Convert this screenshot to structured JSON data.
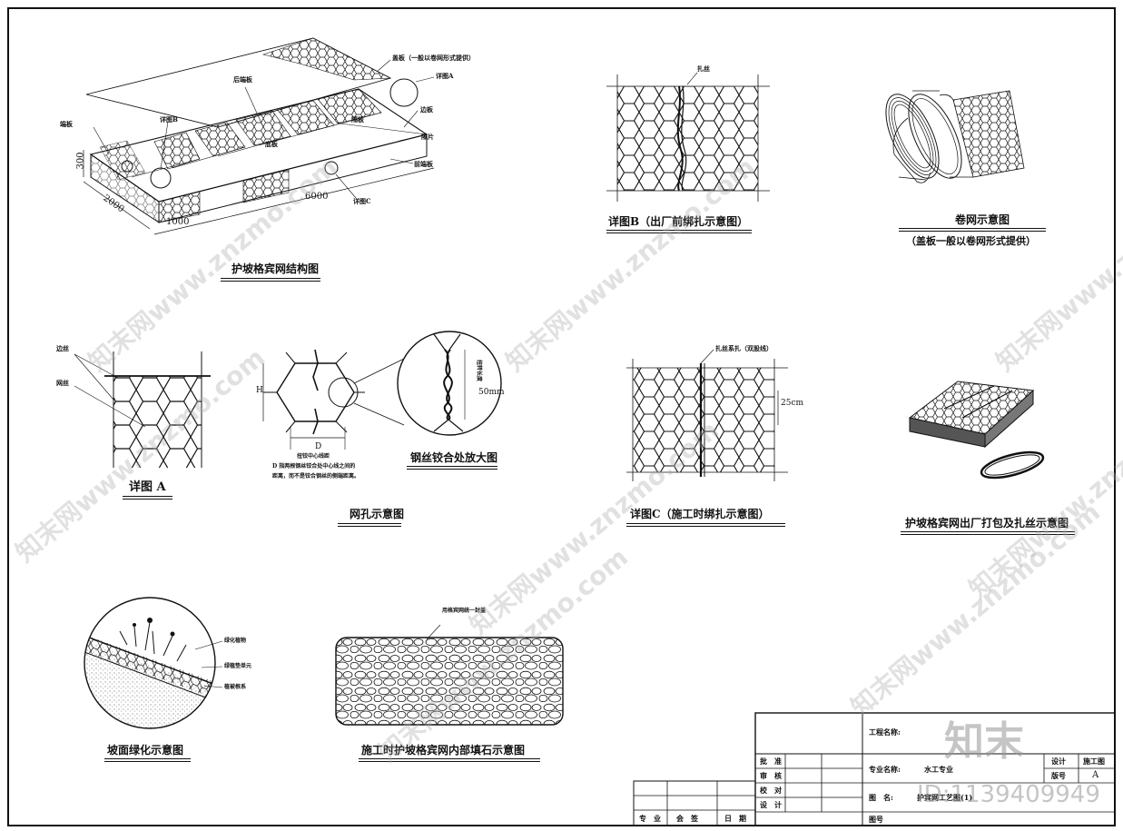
{
  "drawing": {
    "structure_title": "护坡格宾网结构图",
    "structure_labels": {
      "cover": "盖板（一般以卷网形式提供）",
      "detail_a": "详图A",
      "rear_panel": "后端板",
      "detail_b": "详图B",
      "end_panel": "端板",
      "partition": "隔板",
      "bottom": "底板",
      "side": "边板",
      "partition_piece": "隔片",
      "front_panel": "前端板",
      "detail_c": "详图C",
      "dim_300": "300",
      "dim_2000": "2000",
      "dim_1000": "1000",
      "dim_6000": "6000"
    },
    "detail_b": {
      "caption": "详图B（出厂前绑扎示意图）",
      "label": "扎丝"
    },
    "roll": {
      "caption": "卷网示意图",
      "subcaption": "（盖板一般以卷网形式提供）"
    },
    "detail_a": {
      "caption": "详图 A",
      "edge_wire": "边丝",
      "mesh_wire": "网丝"
    },
    "mesh_hole": {
      "caption": "网孔示意图",
      "h": "H",
      "d": "D",
      "center_note": "扭铰中心线距",
      "d_note_line1": "D 指两根钢丝铰合处中心线之间的",
      "d_note_line2": "距离，而不是铰合钢丝的侧端距离。"
    },
    "twist": {
      "caption": "钢丝铰合处放大图",
      "twist_label": "扭转长度",
      "dim": "50mm"
    },
    "detail_c": {
      "caption": "详图C（施工时绑扎示意图）",
      "label": "扎丝系扎（双股线）",
      "dim": "25cm"
    },
    "pack": {
      "caption": "护坡格宾网出厂打包及扎丝示意图"
    },
    "green": {
      "caption": "坡面绿化示意图",
      "plant": "绿化植物",
      "unit": "绿植垫单元",
      "soil": "植被根系"
    },
    "stone": {
      "caption": "施工时护坡格宾网内部填石示意图",
      "top": "用格宾网统一封盖"
    }
  },
  "title_block": {
    "project_name_label": "工程名称:",
    "specialty_label": "专业名称:",
    "specialty_value": "水工专业",
    "drawing_name_label": "图　名:",
    "drawing_name_value": "护宾网工艺图(1)",
    "drawing_no_label": "图号",
    "design_stage_label": "设计",
    "design_stage_value": "施工图",
    "version_label": "版号",
    "version_value": "A",
    "approve": "批　准",
    "review": "审　核",
    "check": "校　对",
    "design": "设　计",
    "sign_row": [
      "专　业",
      "会　签",
      "日　期"
    ]
  },
  "watermarks": {
    "brand": "知末网www.znzmo.com",
    "logo": "知末",
    "id": "ID:1139409949"
  }
}
